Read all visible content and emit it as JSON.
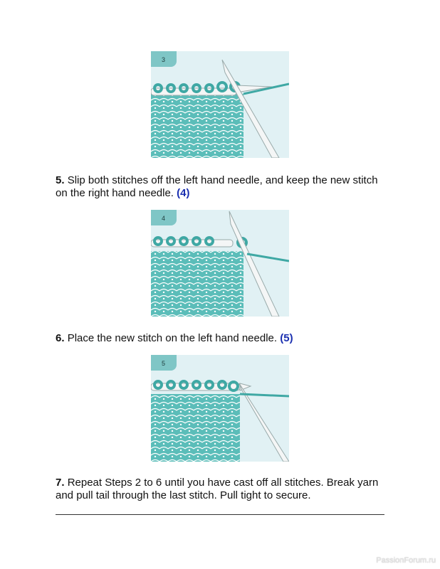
{
  "figures": [
    {
      "label": "3"
    },
    {
      "label": "4"
    },
    {
      "label": "5"
    }
  ],
  "steps": [
    {
      "number": "5.",
      "text": "Slip both stitches off the left hand needle, and keep the new stitch on the right hand needle.",
      "ref_open": "(",
      "ref": "4",
      "ref_close": ")"
    },
    {
      "number": "6.",
      "text": "Place the new stitch on the left hand needle.",
      "ref_open": "(",
      "ref": "5",
      "ref_close": ")"
    },
    {
      "number": "7.",
      "text": "Repeat Steps 2 to 6 until you have cast off all stitches. Break yarn and pull tail through the last stitch. Pull tight to secure."
    }
  ],
  "watermark": "PassionForum.ru",
  "colors": {
    "yarn": "#5bbdb9",
    "background": "#e1f1f4",
    "link": "#1a2fb0"
  }
}
